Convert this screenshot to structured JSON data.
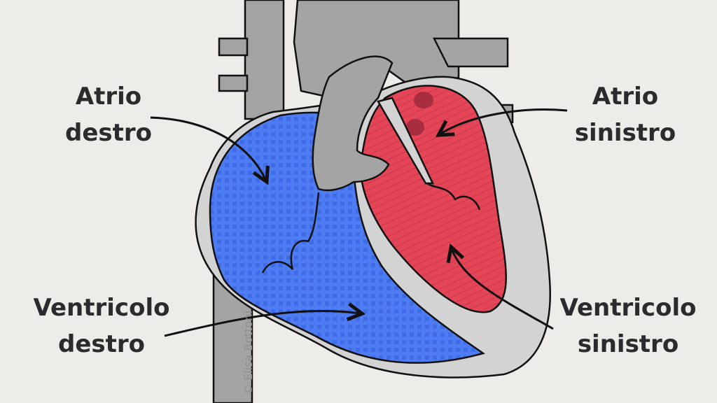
{
  "labels": {
    "right_atrium": {
      "line1": "Atrio",
      "line2": "destro"
    },
    "right_ventricle": {
      "line1": "Ventricolo",
      "line2": "destro"
    },
    "left_atrium": {
      "line1": "Atrio",
      "line2": "sinistro"
    },
    "left_ventricle": {
      "line1": "Ventricolo",
      "line2": "sinistro"
    }
  },
  "credit": "© Elisa Bottoni",
  "colors": {
    "background": "#edece8",
    "vessel_gray": "#a4a4a4",
    "wall_light_gray": "#d3d3d3",
    "right_side_blue": "#4d7cf3",
    "left_side_red": "#e44557",
    "outline": "#111111"
  }
}
